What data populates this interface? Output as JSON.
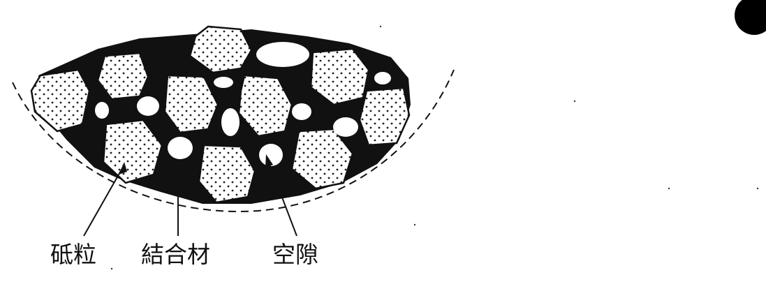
{
  "labels": {
    "grain": "砥粒",
    "binder": "結合材",
    "pore": "空隙"
  },
  "colors": {
    "ink": "#111111",
    "paper": "#ffffff",
    "dot": "#1a1a1a"
  }
}
